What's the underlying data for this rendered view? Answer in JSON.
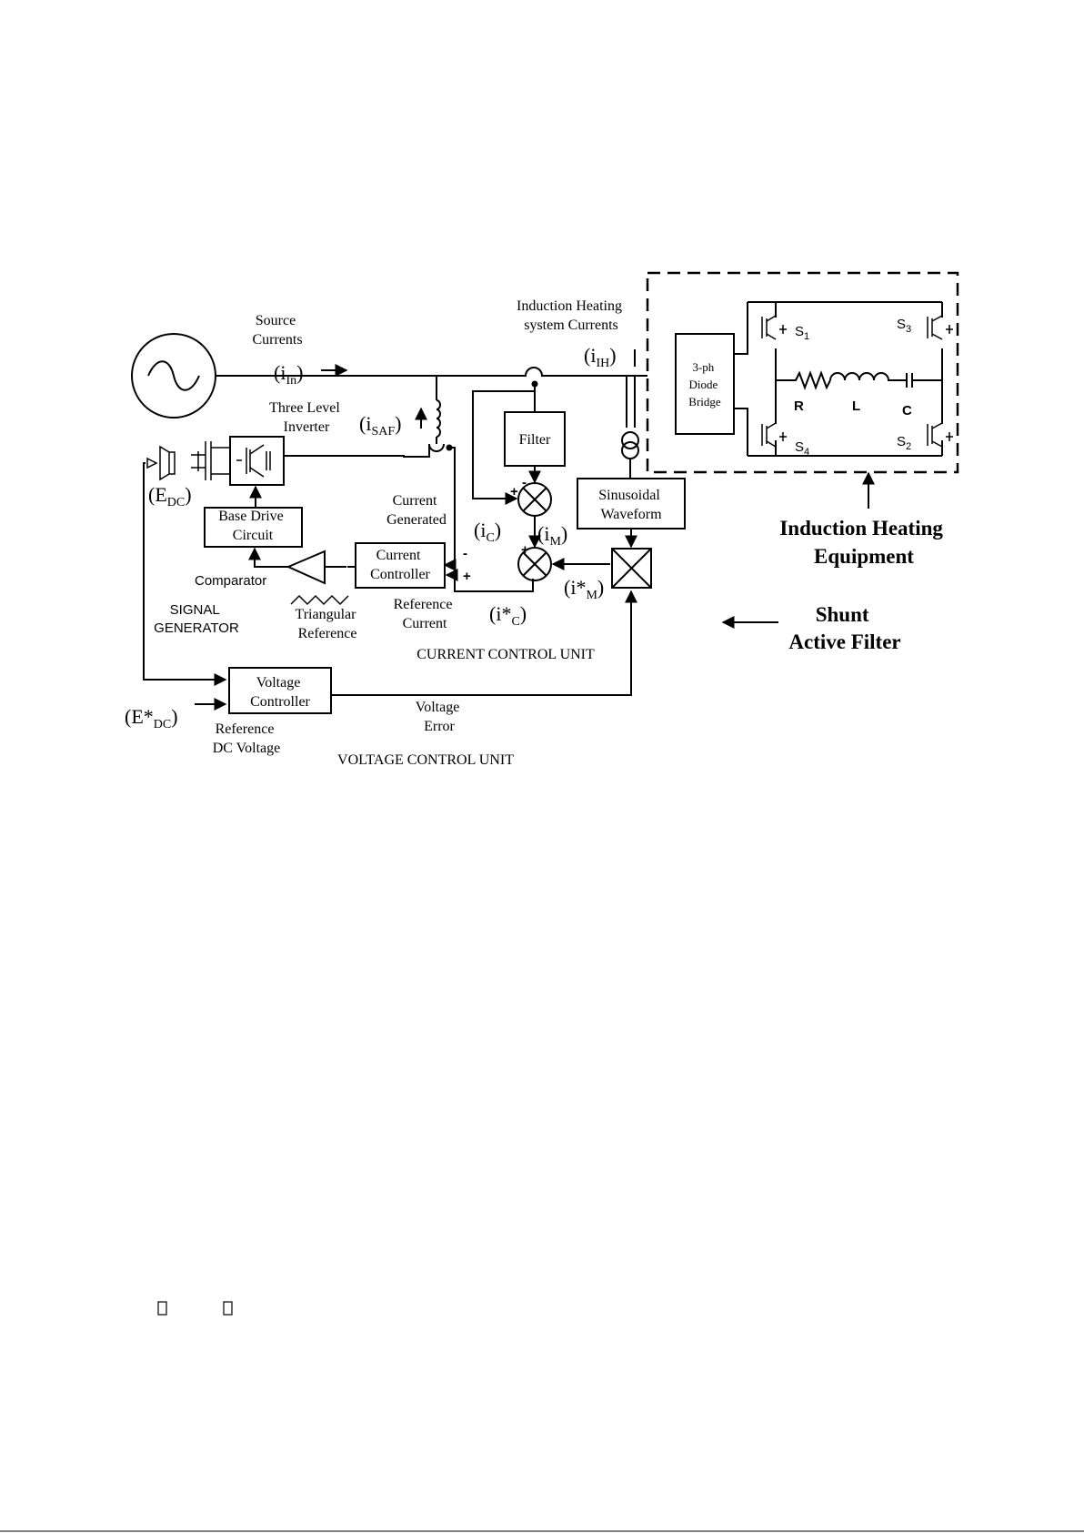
{
  "diagram": {
    "source_currents": [
      "Source",
      "Currents"
    ],
    "i_in": {
      "base": "(i",
      "sub": "In",
      "close": ")"
    },
    "ih_system": [
      "Induction Heating",
      "system Currents"
    ],
    "i_ih": {
      "base": "(i",
      "sub": "IH",
      "close": ")"
    },
    "three_level_inverter": [
      "Three Level",
      "Inverter"
    ],
    "i_saf": {
      "base": "(i",
      "sub": "SAF",
      "close": ")"
    },
    "filter": "Filter",
    "diode_bridge": [
      "3-ph",
      "Diode",
      "Bridge"
    ],
    "switch_labels": [
      {
        "base": "S",
        "sub": "1"
      },
      {
        "base": "S",
        "sub": "3"
      },
      {
        "base": "S",
        "sub": "4"
      },
      {
        "base": "S",
        "sub": "2"
      }
    ],
    "rlc": [
      "R",
      "L",
      "C"
    ],
    "e_dc": {
      "base": "(E",
      "sub": "DC",
      "close": ")"
    },
    "base_drive": [
      "Base Drive",
      "Circuit"
    ],
    "current_generated": [
      "Current",
      "Generated"
    ],
    "i_c": {
      "base": "(i",
      "sub": "C",
      "close": ")"
    },
    "i_m": {
      "base": "(i",
      "sub": "M",
      "close": ")"
    },
    "sinusoidal_waveform": [
      "Sinusoidal",
      "Waveform"
    ],
    "current_controller": [
      "Current",
      "Controller"
    ],
    "comparator": "Comparator",
    "i_star_m": {
      "base": "(i*",
      "sub": "M",
      "close": ")"
    },
    "signal_generator": [
      "SIGNAL",
      "GENERATOR"
    ],
    "triangular_reference": [
      "Triangular",
      "Reference"
    ],
    "reference_current": [
      "Reference",
      "Current"
    ],
    "i_star_c": {
      "base": "(i*",
      "sub": "C",
      "close": ")"
    },
    "current_control_unit": "CURRENT CONTROL UNIT",
    "voltage_controller": [
      "Voltage",
      "Controller"
    ],
    "voltage_error": [
      "Voltage",
      "Error"
    ],
    "e_star_dc": {
      "base": "(E*",
      "sub": "DC",
      "close": ")"
    },
    "reference_dc_voltage": [
      "Reference",
      "DC Voltage"
    ],
    "voltage_control_unit": "VOLTAGE CONTROL UNIT",
    "induction_heating_equipment": [
      "Induction Heating",
      "Equipment"
    ],
    "shunt_active_filter": [
      "Shunt",
      "Active Filter"
    ],
    "signs": {
      "plus": "+",
      "minus": "-"
    }
  }
}
